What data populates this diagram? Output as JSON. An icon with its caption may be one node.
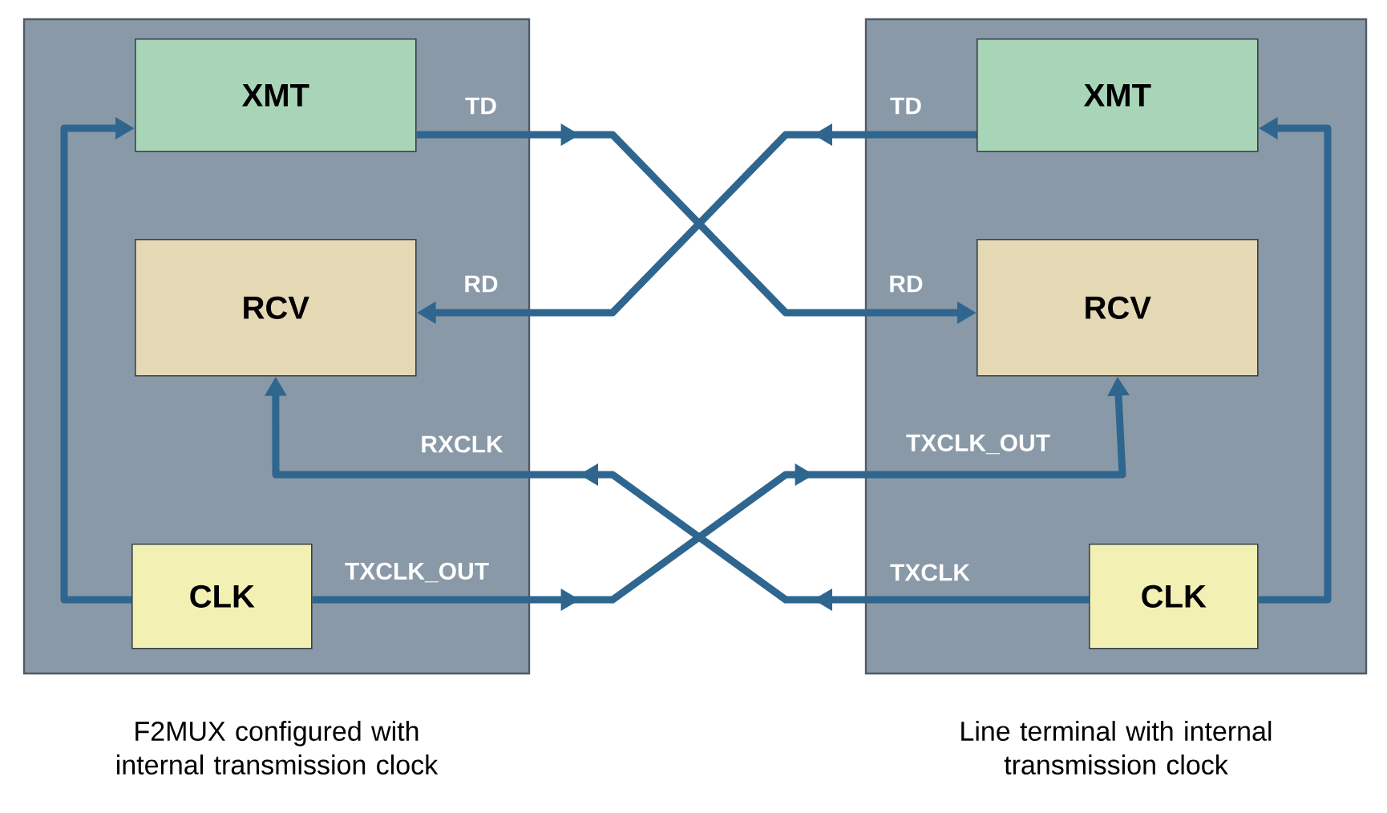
{
  "diagram": {
    "nodes": [
      {
        "text": [],
        "shape": "box",
        "beside": [
          "F2MUX configured with internal transmission clock"
        ]
      },
      {
        "text": [
          "XMT"
        ],
        "in": 0
      },
      {
        "text": [
          "RCV"
        ],
        "in": 0
      },
      {
        "text": [
          "CLK"
        ],
        "in": 0
      },
      {
        "text": [],
        "shape": "box",
        "beside": [
          "Line terminal with internal transmission clock"
        ]
      },
      {
        "text": [
          "XMT"
        ],
        "in": 4
      },
      {
        "text": [
          "RCV"
        ],
        "in": 4
      },
      {
        "text": [
          "CLK"
        ],
        "in": 4
      }
    ],
    "edges": [
      {
        "from": 1,
        "to": 6,
        "arrow": "to",
        "label": "TD"
      },
      {
        "from": 5,
        "to": 2,
        "arrow": "to",
        "label": "TD"
      },
      {
        "from": 7,
        "to": 2,
        "arrow": "to",
        "label": "TXCLK"
      },
      {
        "from": 3,
        "to": 6,
        "arrow": "to",
        "label": "TXCLK_OUT"
      },
      {
        "from": 3,
        "to": 1,
        "arrow": "to"
      },
      {
        "from": 7,
        "to": 5,
        "arrow": "to"
      }
    ],
    "labels": [
      "RD",
      "RD",
      "RXCLK",
      "TXCLK_OUT"
    ]
  }
}
